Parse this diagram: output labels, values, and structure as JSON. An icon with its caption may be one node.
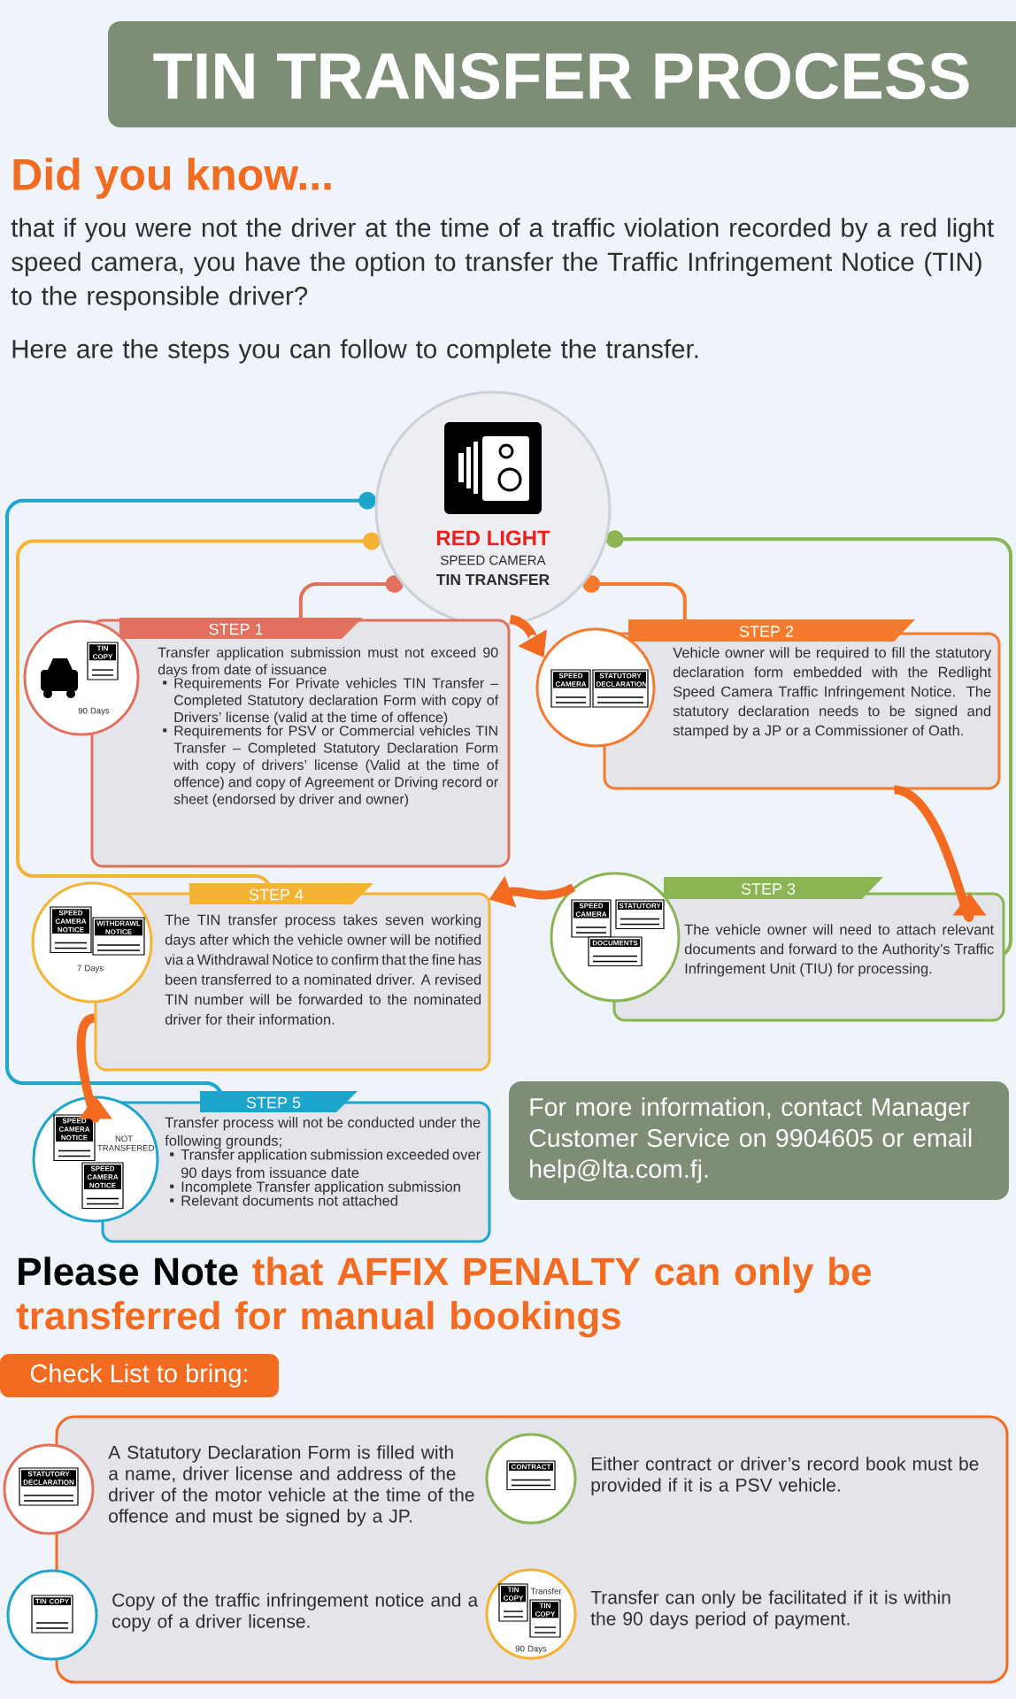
{
  "diagram": {
    "title": "TIN TRANSFER PROCESS",
    "nodes": [
      {
        "text": [
          "RED LIGHT",
          "SPEED CAMERA",
          "TIN TRANSFER"
        ]
      },
      {
        "text": [
          "STEP 1",
          "Transfer application submission must not exceed 90 days from date of issuance",
          "Requirements For Private vehicles TIN Transfer – Completed Statutory declaration Form with copy of Drivers’ license (valid at the time of offence)",
          "Requirements for PSV or Commercial vehicles TIN Transfer – Completed Statutory Declaration Form with copy of drivers’ license (Valid at the time of offence) and copy of Agreement or Driving record or sheet (endorsed by driver and owner)"
        ]
      },
      {
        "text": [
          "TIN COPY",
          "90 Days"
        ]
      },
      {
        "text": [
          "STEP 2",
          "Vehicle owner will be required to fill the statutory declaration form embedded with the Redlight Speed Camera Traffic Infringement Notice. The statutory declaration needs to be signed and stamped by a JP or a Commissioner of Oath."
        ]
      },
      {
        "text": [
          "SPEED CAMERA",
          "STATUTORY DECLARATION"
        ]
      },
      {
        "text": [
          "STEP 3",
          "The vehicle owner will need to attach relevant documents and forward to the Authority’s Traffic Infringement Unit (TIU) for processing."
        ]
      },
      {
        "text": [
          "SPEED CAMERA",
          "STATUTORY",
          "DOCUMENTS"
        ]
      },
      {
        "text": [
          "STEP 4",
          "The TIN transfer process takes seven working days after which the vehicle owner will be notified via a Withdrawal Notice to confirm that the fine has been transferred to a nominated driver. A revised TIN number will be forwarded to the nominated driver for their information."
        ]
      },
      {
        "text": [
          "SPEED CAMERA NOTICE",
          "WITHDRAWL NOTICE",
          "7 Days"
        ]
      },
      {
        "text": [
          "STEP 5",
          "Transfer process will not be conducted under the following grounds;",
          "Transfer application submission exceeded over 90 days from issuance date",
          "Incomplete Transfer application submission",
          "Relevant documents not attached"
        ]
      },
      {
        "text": [
          "SPEED CAMERA NOTICE",
          "NOT TRANSFERED",
          "SPEED CAMERA NOTICE"
        ]
      },
      {
        "text": [
          "For more information, contact Manager Customer Service on 9904605 or email help@lta.com.fj."
        ]
      },
      {
        "text": [
          "Check List to bring:"
        ]
      },
      {
        "text": [],
        "shape": "box"
      },
      {
        "text": [
          "STATUTORY DECLARATION"
        ],
        "beside": [
          "A Statutory Declaration Form is filled with a name, driver license and address of the driver of the motor vehicle at the time of the offence and must be signed by a JP."
        ]
      },
      {
        "text": [
          "CONTRACT"
        ],
        "in": 13,
        "beside": [
          "Either contract or driver’s record book must be provided if it is a PSV vehicle."
        ]
      },
      {
        "text": [
          "TIN COPY"
        ],
        "beside": [
          "Copy of the traffic infringement notice and a copy of a driver license."
        ]
      },
      {
        "text": [
          "TIN COPY",
          "Transfer",
          "TIN COPY",
          "90 Days"
        ],
        "in": 13,
        "beside": [
          "Transfer can only be facilitated if it is within the 90 days period of payment."
        ]
      }
    ],
    "edges": [
      {
        "from": 0,
        "to": 9,
        "arrow": "other",
        "color": "#1da5ce"
      },
      {
        "from": 0,
        "to": 7,
        "arrow": "other",
        "color": "#f5b335"
      },
      {
        "from": 0,
        "to": 1,
        "arrow": "other",
        "color": "#e2705f"
      },
      {
        "from": 0,
        "to": 3,
        "arrow": "other",
        "color": "#f47a2e"
      },
      {
        "from": 0,
        "to": 5,
        "arrow": "other",
        "color": "#8bb553"
      },
      {
        "from": 1,
        "to": 4,
        "arrow": "to",
        "style": "thick",
        "color": "#f26b21"
      },
      {
        "from": 3,
        "to": 5,
        "arrow": "to",
        "style": "thick",
        "color": "#f26b21"
      },
      {
        "from": 6,
        "to": 7,
        "arrow": "to",
        "style": "thick",
        "color": "#f26b21"
      },
      {
        "from": 7,
        "to": 10,
        "arrow": "to",
        "style": "thick",
        "color": "#f26b21"
      }
    ],
    "labels": [
      "Did you know...",
      "that if you were not the driver at the time of a traffic violation recorded by a red light speed camera, you have the option to transfer the Traffic Infringement Notice (TIN) to the responsible driver?",
      "Here are the steps you can follow to complete the transfer.",
      "Please Note",
      "that AFFIX PENALTY can only be transferred for manual bookings"
    ]
  }
}
